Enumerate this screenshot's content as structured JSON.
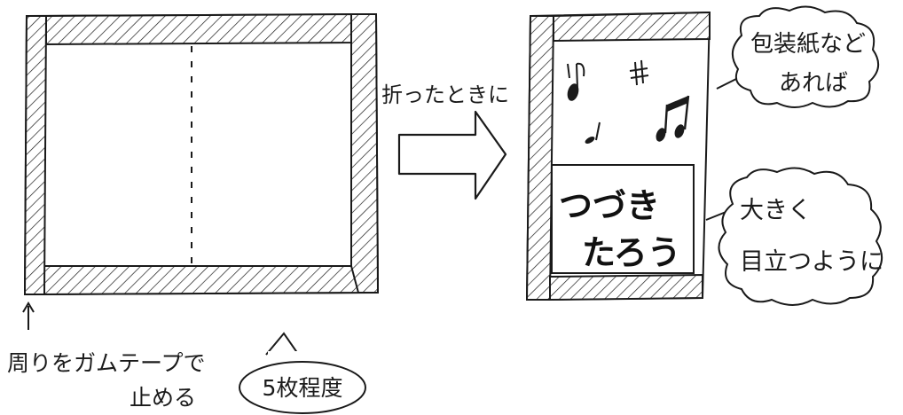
{
  "left": {
    "tape_note_line1": "周りをガムテープで",
    "tape_note_line2": "止める",
    "count_note": "5枚程度"
  },
  "arrow": {
    "label": "折ったときに"
  },
  "right": {
    "title_line1": "つづき",
    "title_line2": "たろう",
    "wrap_note_line1": "包装紙など",
    "wrap_note_line2": "あれば",
    "big_note_line1": "大きく",
    "big_note_line2": "目立つように"
  },
  "colors": {
    "ink": "#1a1a1a",
    "paper": "#ffffff"
  },
  "icons": [
    "eighth-note-icon",
    "sharp-icon",
    "beamed-notes-icon",
    "quarter-note-icon",
    "up-arrow-icon"
  ]
}
